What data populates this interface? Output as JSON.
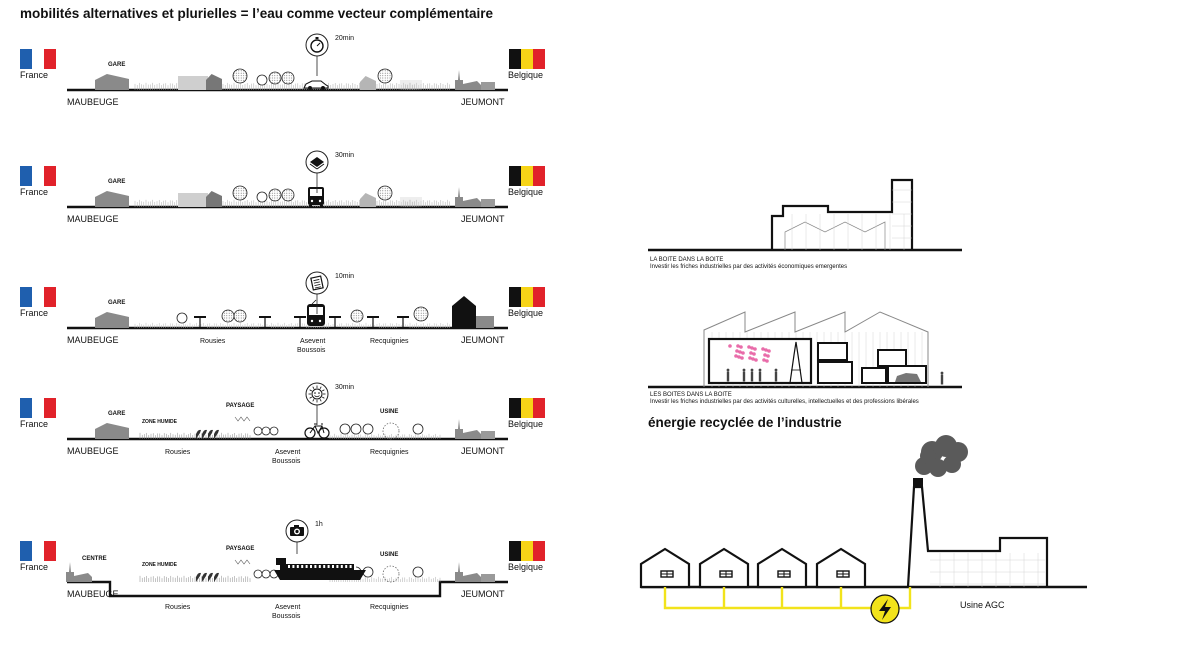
{
  "left": {
    "title": "mobilités alternatives et plurielles = l’eau comme vecteur complémentaire",
    "country_left": "France",
    "country_right": "Belgique",
    "city_left": "MAUBEUGE",
    "city_right": "JEUMONT",
    "towns": {
      "rousies": "Rousies",
      "asevent": "Asevent",
      "boussois": "Boussois",
      "recquignies": "Recquignies"
    },
    "tags": {
      "gare": "GARE",
      "centre": "CENTRE",
      "zone_humide": "ZONE HUMIDE",
      "paysage": "PAYSAGE",
      "usine": "USINE"
    },
    "rows": [
      {
        "mode": "car",
        "icon": "stopwatch-icon",
        "time": "20min"
      },
      {
        "mode": "bus",
        "icon": "ticket-icon",
        "time": "30min"
      },
      {
        "mode": "tram",
        "icon": "timetable-icon",
        "time": "10min"
      },
      {
        "mode": "bike",
        "icon": "sun-face-icon",
        "time": "30min"
      },
      {
        "mode": "boat",
        "icon": "camera-icon",
        "time": "1h"
      }
    ]
  },
  "right": {
    "caption1_title": "LA BOITE DANS LA BOITE",
    "caption1_text": "Investir les friches industrielles par des activités économiques emergentes",
    "caption2_title": "LES BOITES DANS LA BOITE",
    "caption2_text": "Investir les friches industrielles par des activités culturelles, intellectuelles et des professions libérales",
    "energy_title": "énergie recyclée de l’industrie",
    "factory_label": "Usine AGC"
  },
  "colors": {
    "flag_blue": "#1f5fae",
    "flag_red": "#e1222a",
    "flag_yellow": "#f7d417",
    "grey": "#8a8a8a",
    "energy_yellow": "#f2e31b",
    "magenta": "#e23c8e"
  }
}
